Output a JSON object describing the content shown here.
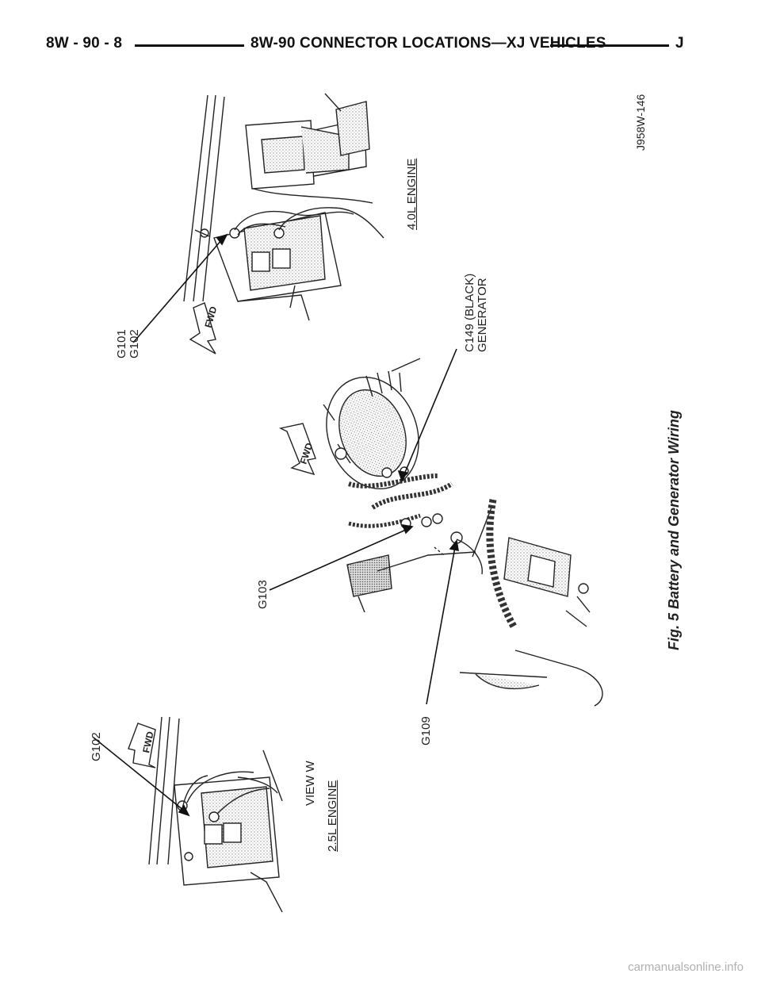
{
  "header": {
    "page_number": "8W - 90 - 8",
    "title": "8W-90 CONNECTOR LOCATIONS—XJ VEHICLES",
    "letter": "J"
  },
  "figure": {
    "caption": "Fig. 5 Battery and Generator Wiring",
    "id": "J958W-146",
    "labels": {
      "g101": "G101",
      "g102_top": "G102",
      "engine_40": "4.0L ENGINE",
      "c149_line1": "C149 (BLACK)",
      "c149_line2": "GENERATOR",
      "g103": "G103",
      "g109": "G109",
      "g102_bottom": "G102",
      "view_w": "VIEW W",
      "engine_25": "2.5L ENGINE",
      "fwd_1": "FWD",
      "fwd_2": "FWD",
      "fwd_3": "FWD"
    }
  },
  "footer": {
    "watermark": "carmanualsonline.info"
  }
}
